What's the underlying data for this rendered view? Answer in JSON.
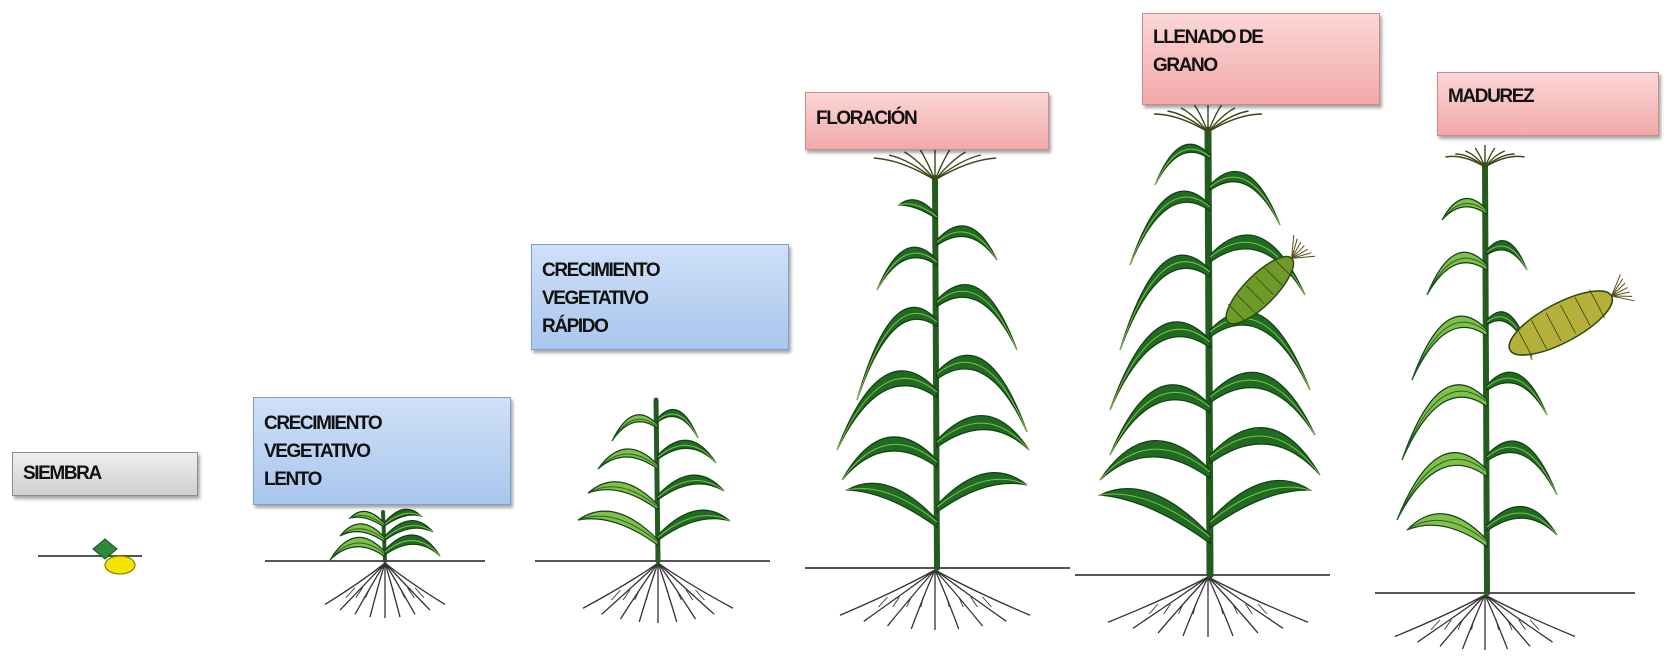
{
  "stages": [
    {
      "id": "siembra",
      "lines": [
        "SIEMBRA"
      ],
      "style": "gray"
    },
    {
      "id": "crecimiento-lento",
      "lines": [
        "CRECIMIENTO",
        "VEGETATIVO",
        "LENTO"
      ],
      "style": "blue"
    },
    {
      "id": "crecimiento-rapido",
      "lines": [
        "CRECIMIENTO",
        "VEGETATIVO",
        "RÁPIDO"
      ],
      "style": "blue"
    },
    {
      "id": "floracion",
      "lines": [
        "FLORACIÓN"
      ],
      "style": "pink"
    },
    {
      "id": "llenado",
      "lines": [
        "LLENADO DE",
        "GRANO"
      ],
      "style": "pink"
    },
    {
      "id": "madurez",
      "lines": [
        "MADUREZ"
      ],
      "style": "pink"
    }
  ],
  "colors": {
    "leaf_dark": "#1f6b22",
    "leaf_light": "#7fbf4a",
    "stem": "#245c20",
    "root": "#333333",
    "seed": "#f2e600",
    "label_gray": "#dcdcdc",
    "label_blue": "#bcd3f3",
    "label_pink": "#f6bdbd"
  }
}
